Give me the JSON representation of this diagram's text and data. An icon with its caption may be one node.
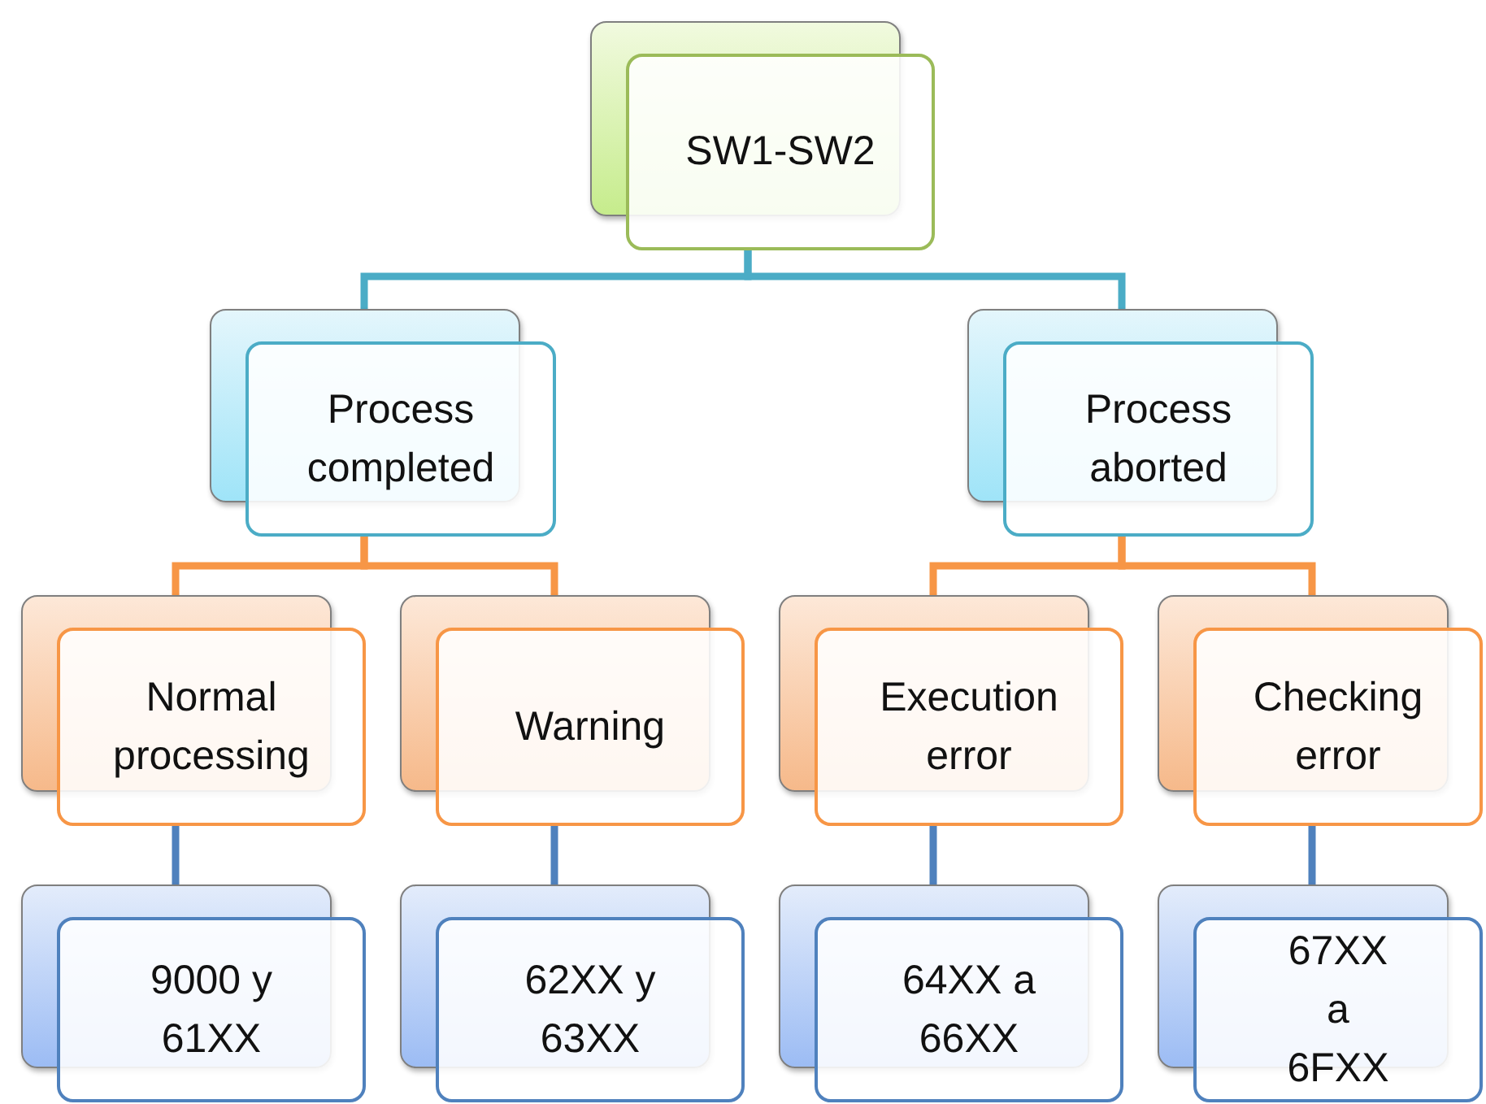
{
  "diagram": {
    "nodes": [
      {
        "text": [
          "SW1-SW2"
        ]
      },
      {
        "text": [
          "Process completed"
        ]
      },
      {
        "text": [
          "Process aborted"
        ]
      },
      {
        "text": [
          "Normal processing"
        ]
      },
      {
        "text": [
          "Warning"
        ]
      },
      {
        "text": [
          "Execution error"
        ]
      },
      {
        "text": [
          "Checking error"
        ]
      },
      {
        "text": [
          "9000 y 61XX"
        ]
      },
      {
        "text": [
          "62XX y 63XX"
        ]
      },
      {
        "text": [
          "64XX a 66XX"
        ]
      },
      {
        "text": [
          "67XX a 6FXX"
        ]
      }
    ],
    "edges": [
      {
        "from": 0,
        "to": 1,
        "arrow": "none",
        "color": "#4bacc6"
      },
      {
        "from": 0,
        "to": 2,
        "arrow": "none",
        "color": "#4bacc6"
      },
      {
        "from": 1,
        "to": 3,
        "arrow": "none",
        "color": "#f79646"
      },
      {
        "from": 1,
        "to": 4,
        "arrow": "none",
        "color": "#f79646"
      },
      {
        "from": 2,
        "to": 5,
        "arrow": "none",
        "color": "#f79646"
      },
      {
        "from": 2,
        "to": 6,
        "arrow": "none",
        "color": "#f79646"
      },
      {
        "from": 3,
        "to": 7,
        "arrow": "none",
        "color": "#4f81bd"
      },
      {
        "from": 4,
        "to": 8,
        "arrow": "none",
        "color": "#4f81bd"
      },
      {
        "from": 5,
        "to": 9,
        "arrow": "none",
        "color": "#4f81bd"
      },
      {
        "from": 6,
        "to": 10,
        "arrow": "none",
        "color": "#4f81bd"
      }
    ]
  }
}
